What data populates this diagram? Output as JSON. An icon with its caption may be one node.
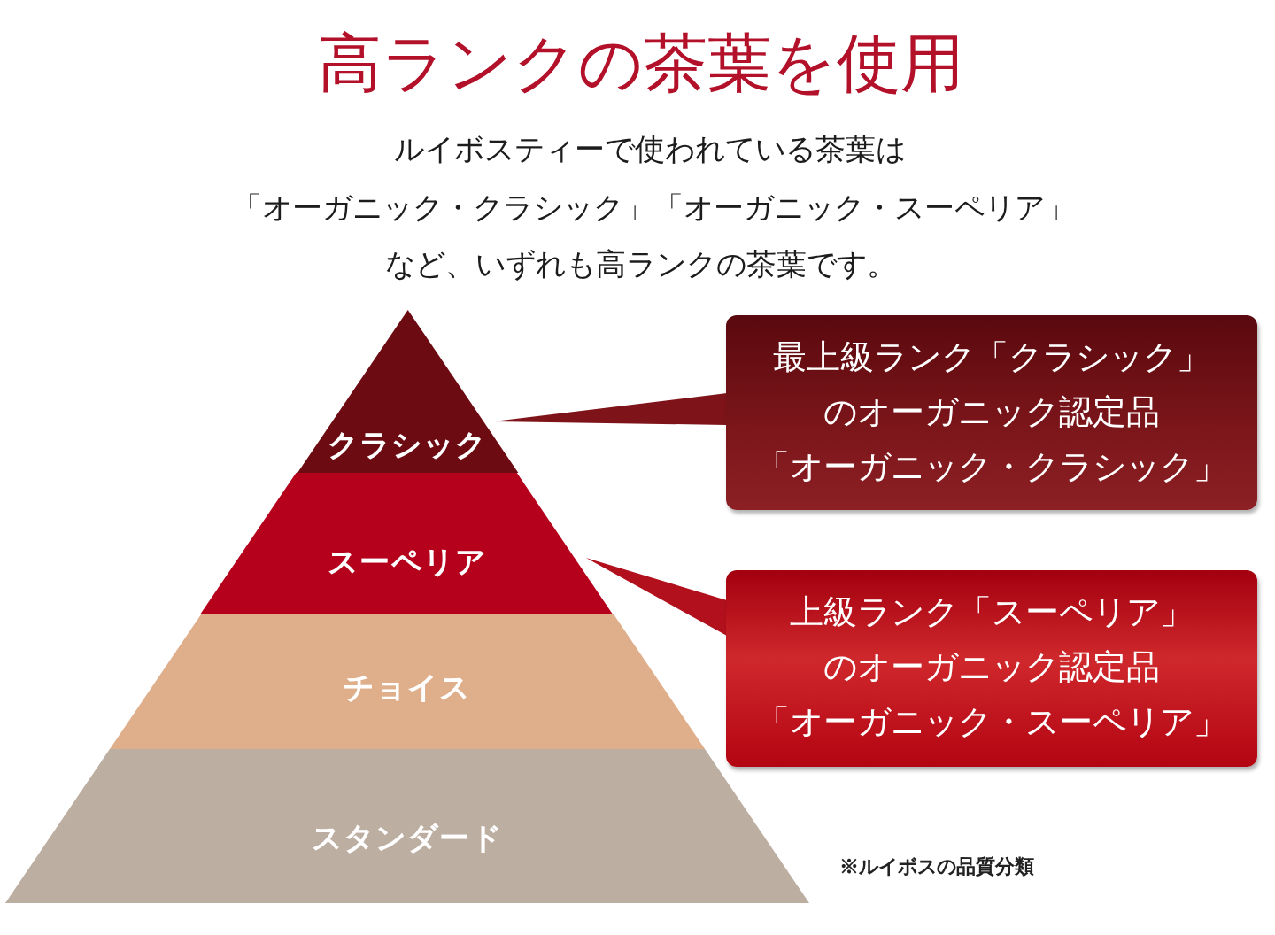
{
  "diagram": {
    "title": "高ランクの茶葉を使用",
    "nodes": [
      {
        "text": [
          "クラシック"
        ]
      },
      {
        "text": [
          "スーペリア"
        ]
      },
      {
        "text": [
          "チョイス"
        ]
      },
      {
        "text": [
          "スタンダード"
        ]
      },
      {
        "text": [
          "最上級ランク「クラシック」のオーガニック認定品「オーガニック・クラシック」"
        ]
      },
      {
        "text": [
          "上級ランク「スーペリア」のオーガニック認定品「オーガニック・スーペリア」"
        ]
      }
    ],
    "edges": [
      {
        "from": 4,
        "to": 0,
        "arrow": "none",
        "color": "#7e1419"
      },
      {
        "from": 5,
        "to": 1,
        "arrow": "none",
        "color": "#b3101d"
      }
    ],
    "labels": [
      "ルイボスティーで使われている茶葉は",
      "「オーガニック・クラシック」「オーガニック・スーペリア」",
      "など、いずれも高ランクの茶葉です。",
      "※ルイボスの品質分類"
    ]
  }
}
